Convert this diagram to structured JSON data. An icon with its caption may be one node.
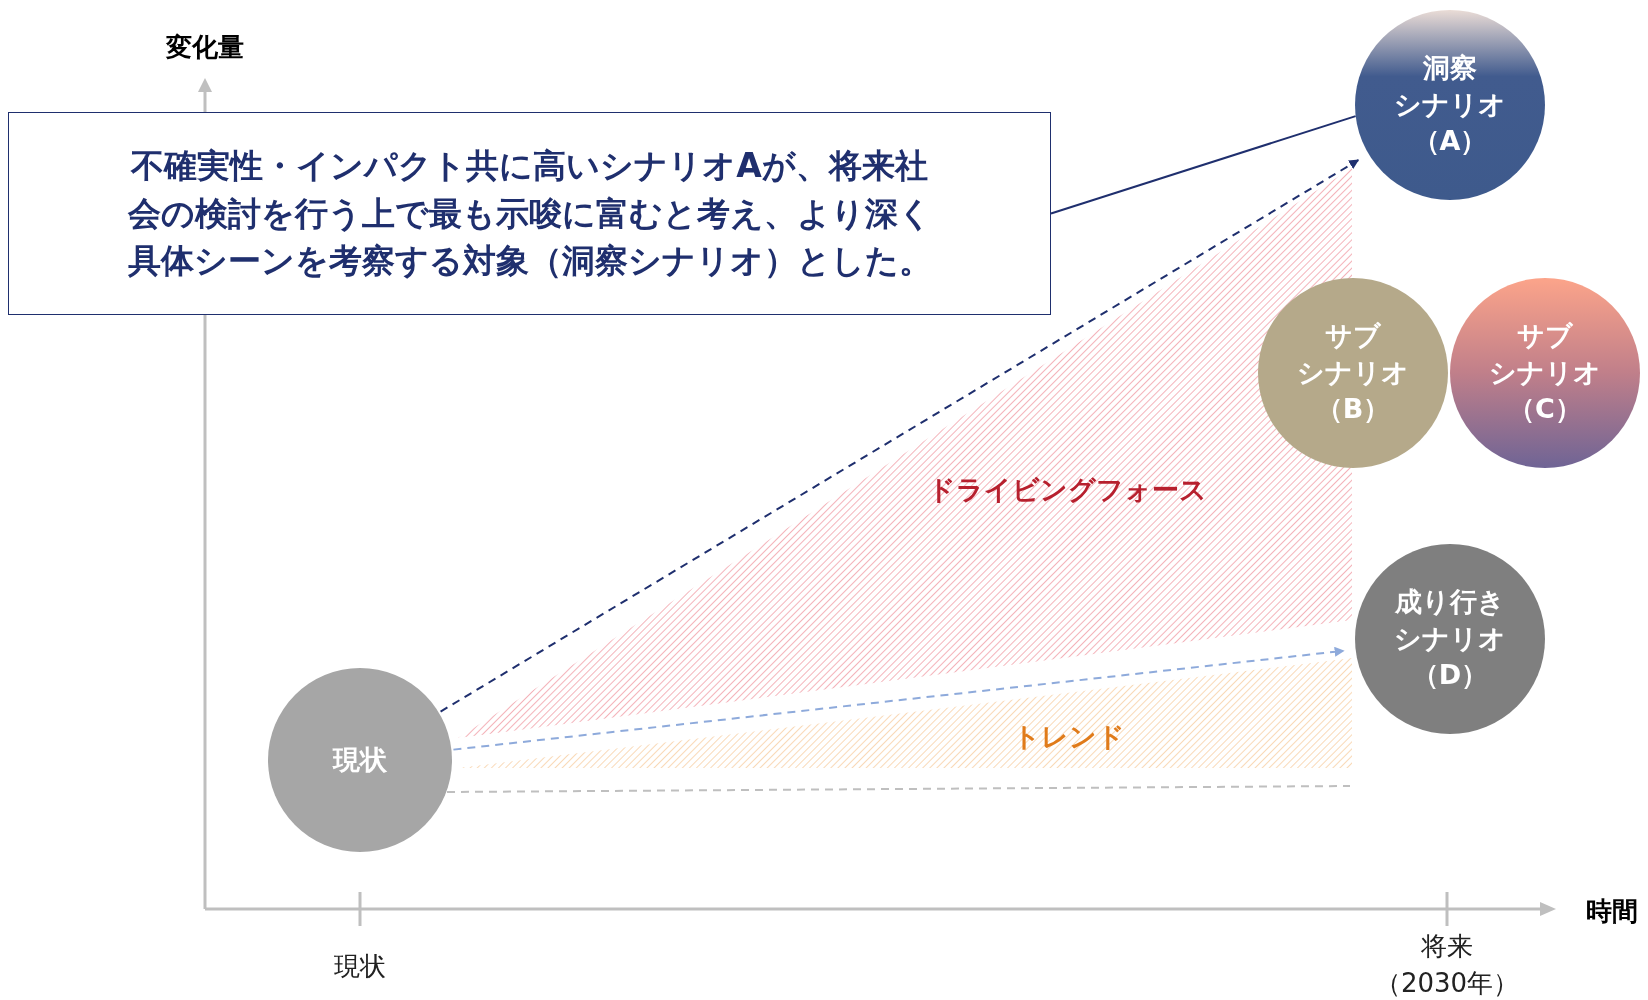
{
  "diagram": {
    "nodes": [
      {
        "text": [
          "不確実性・インパクト共に高いシナリオAが、将来社会の検討を行う上で最も示唆に富むと考え、より深く具体シーンを考察する対象（洞察シナリオ）とした。"
        ]
      },
      {
        "text": [
          "洞察",
          "シナリオ",
          "（A）"
        ]
      },
      {
        "text": [
          "サブ",
          "シナリオ",
          "（B）"
        ]
      },
      {
        "text": [
          "サブ",
          "シナリオ",
          "（C）"
        ]
      },
      {
        "text": [
          "成り行き",
          "シナリオ",
          "（D）"
        ]
      },
      {
        "text": [
          "現状"
        ]
      }
    ],
    "edges": [
      {
        "from": 0,
        "to": 1,
        "arrow": "none",
        "color": "#1f2f6e"
      },
      {
        "from": 5,
        "to": 1,
        "arrow": "to",
        "style": "dashed",
        "color": "#1f2f6e"
      },
      {
        "from": 5,
        "to": 4,
        "arrow": "to",
        "style": "dashed",
        "color": "#8eaadb"
      },
      {
        "from": 5,
        "to": null,
        "arrow": "none",
        "style": "dashed",
        "color": "#bfbfbf"
      }
    ],
    "labels": [
      "変化量",
      "ドライビングフォース",
      "トレンド",
      "時間",
      "現状",
      "将来",
      "（2030年）"
    ]
  }
}
